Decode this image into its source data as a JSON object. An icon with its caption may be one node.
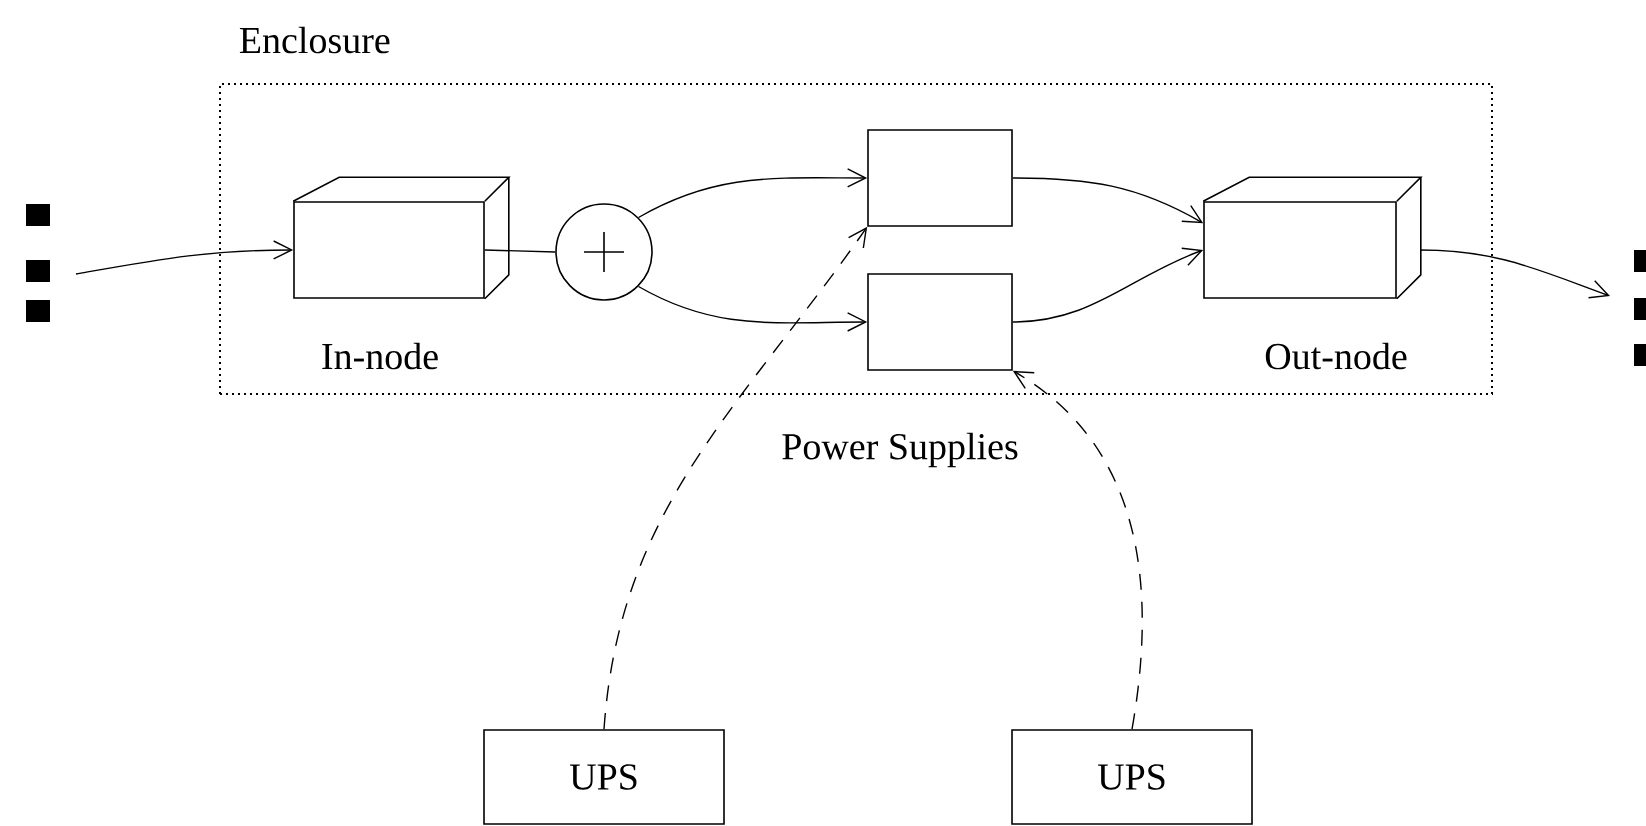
{
  "diagram": {
    "nodes": [
      {
        "text": [
          "Enclosure"
        ]
      },
      {
        "text": [
          "In-node"
        ],
        "in": 0
      },
      {
        "text": [],
        "shape": "circle",
        "in": 0
      },
      {
        "text": [],
        "shape": "box",
        "in": 0
      },
      {
        "text": [],
        "shape": "box",
        "in": 0
      },
      {
        "text": [
          "Out-node"
        ],
        "in": 0
      },
      {
        "text": [
          "UPS"
        ]
      },
      {
        "text": [
          "UPS"
        ]
      }
    ],
    "edges": [
      {
        "from": null,
        "to": 1,
        "arrow": "to"
      },
      {
        "from": 1,
        "to": 2,
        "arrow": "none"
      },
      {
        "from": 2,
        "to": 3,
        "arrow": "to"
      },
      {
        "from": 2,
        "to": 4,
        "arrow": "to"
      },
      {
        "from": 3,
        "to": 5,
        "arrow": "to"
      },
      {
        "from": 4,
        "to": 5,
        "arrow": "to"
      },
      {
        "from": 5,
        "to": null,
        "arrow": "to"
      },
      {
        "from": 6,
        "to": 3,
        "arrow": "to",
        "style": "dashed"
      },
      {
        "from": 7,
        "to": 4,
        "arrow": "to",
        "style": "dashed"
      }
    ],
    "labels": [
      "Power Supplies"
    ]
  }
}
